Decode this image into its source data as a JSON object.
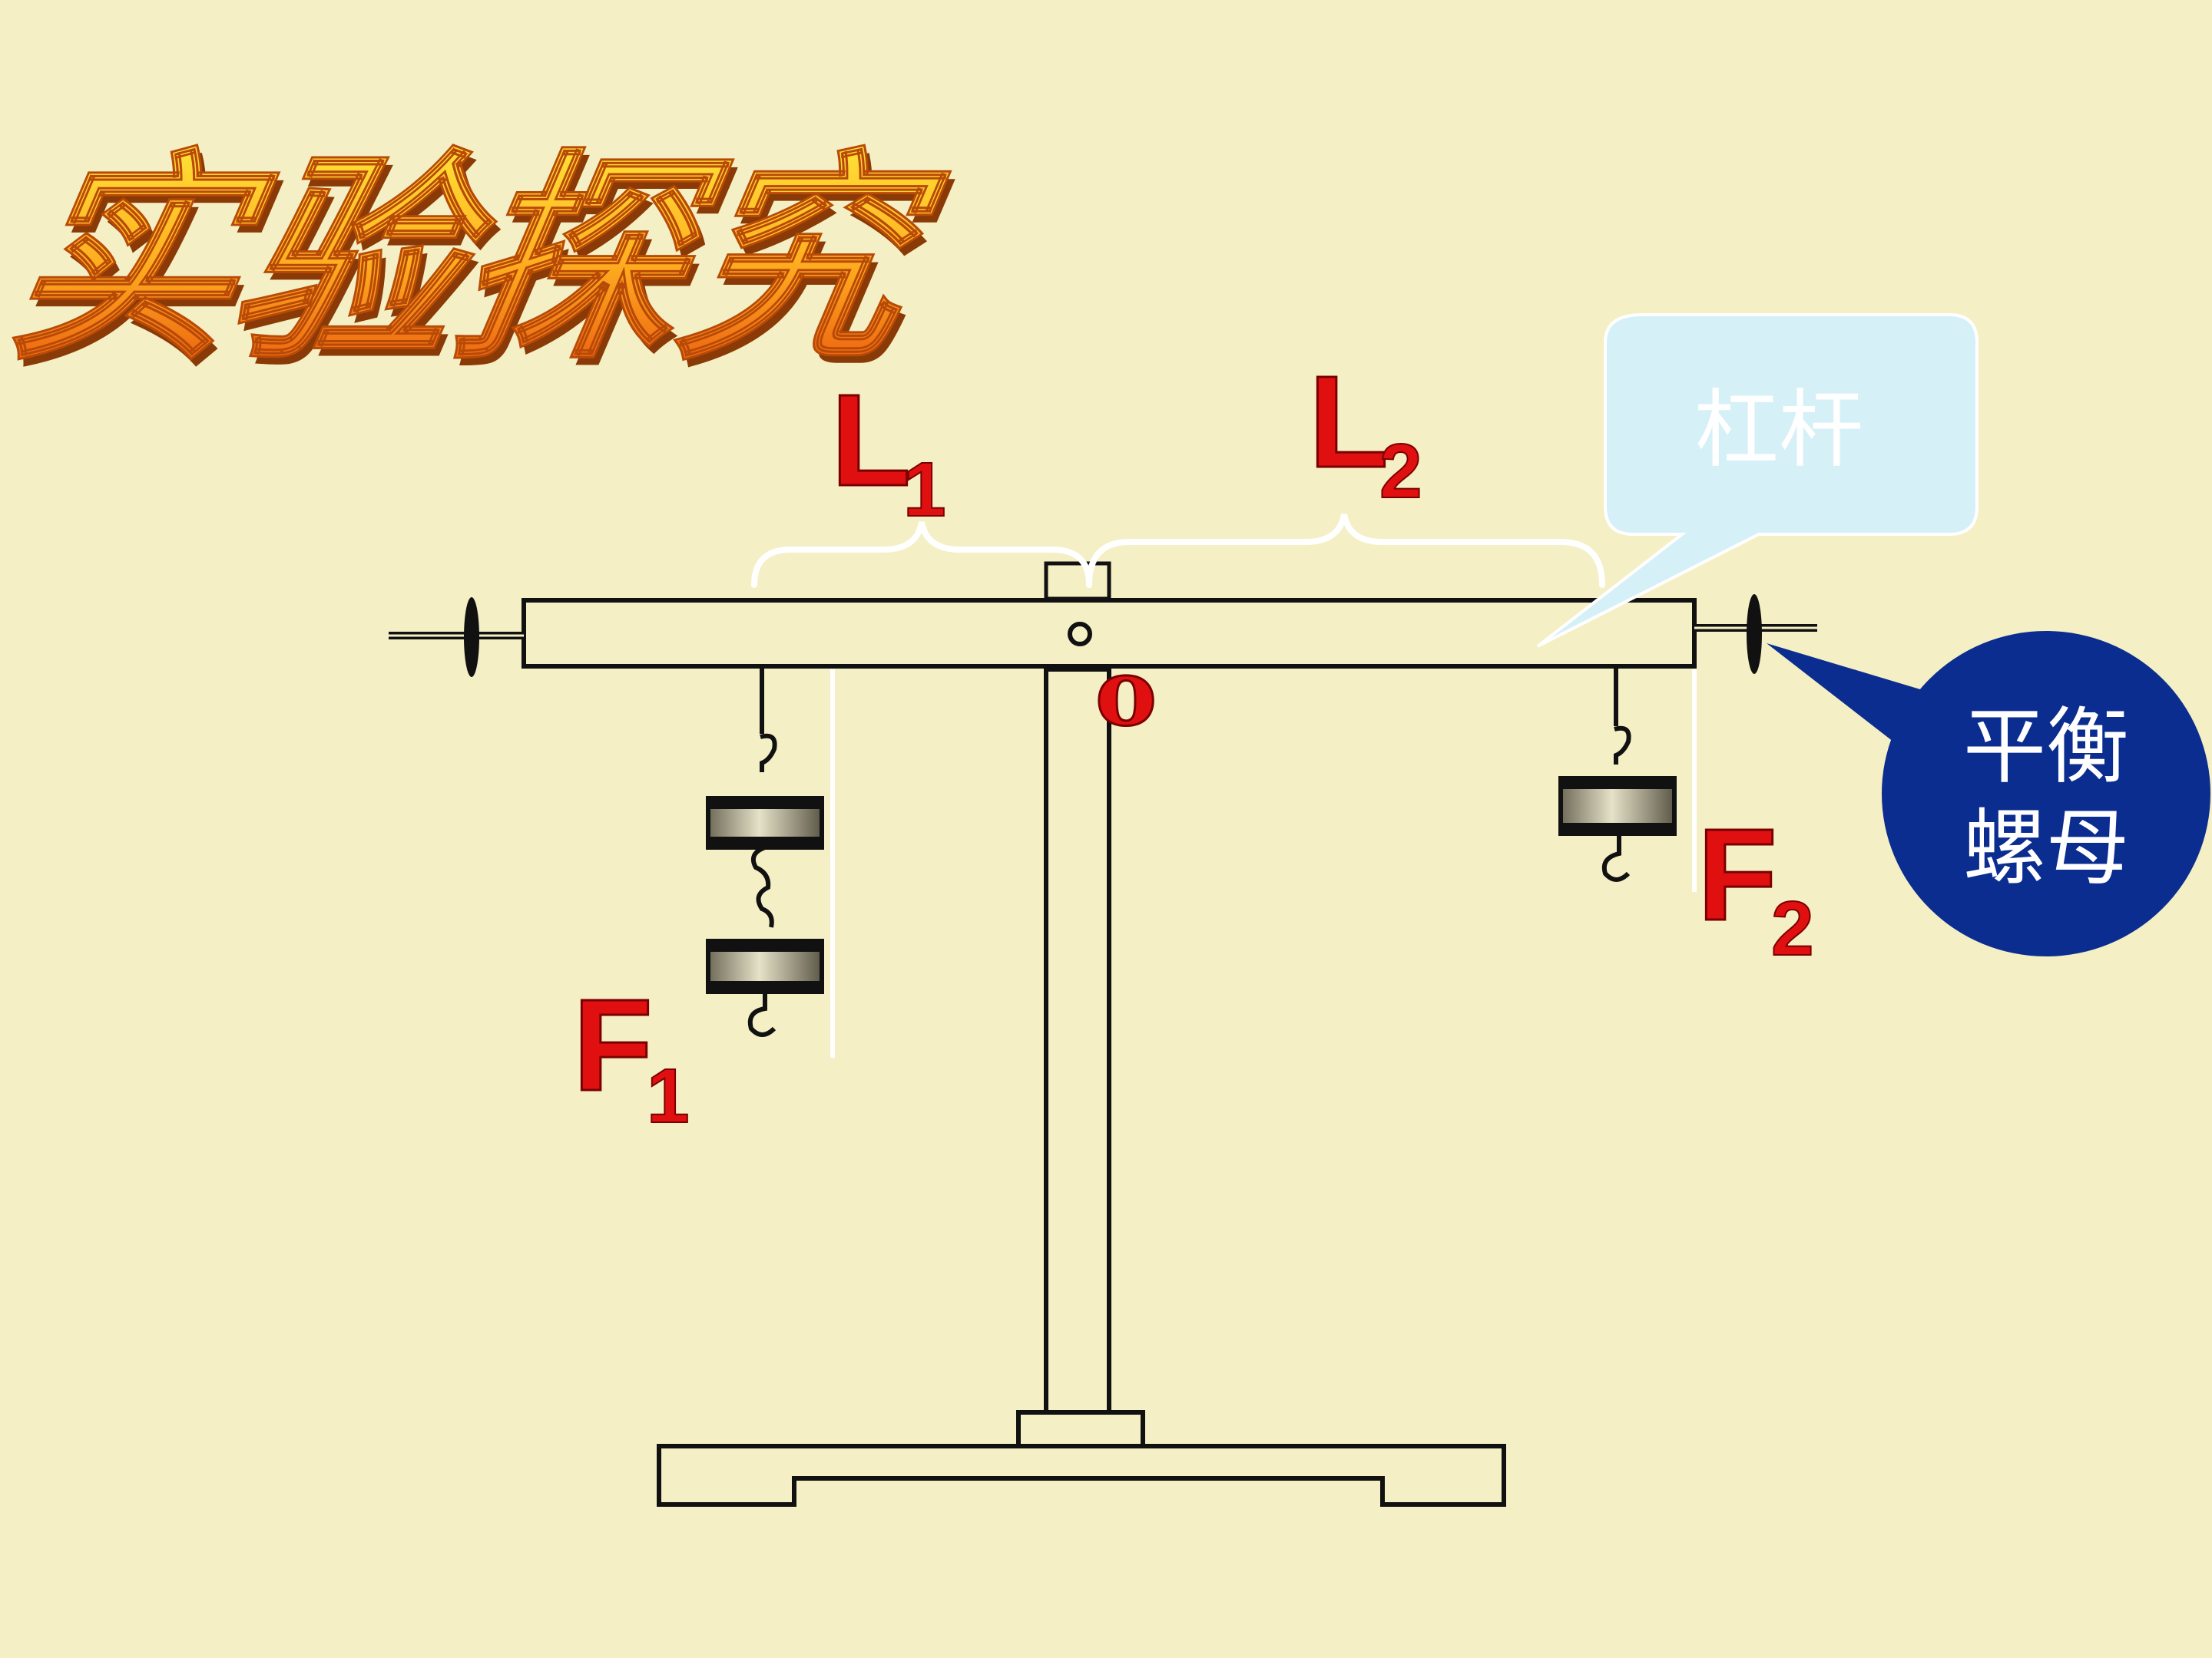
{
  "title": "实验探究",
  "labels": {
    "L1": {
      "main": "L",
      "sub": "1"
    },
    "L2": {
      "main": "L",
      "sub": "2"
    },
    "F1": {
      "main": "F",
      "sub": "1"
    },
    "F2": {
      "main": "F",
      "sub": "2"
    },
    "pivot": "o"
  },
  "callouts": {
    "lever": "杠杆",
    "balance_nut_line1": "平衡",
    "balance_nut_line2": "螺母"
  },
  "colors": {
    "background": "#f4efc4",
    "label_red": "#e01010",
    "lever_callout_fill": "#d6f0f8",
    "nut_callout_fill": "#0b2d8f",
    "title_orange": "#f07a10",
    "title_yellow": "#ffd41a"
  }
}
